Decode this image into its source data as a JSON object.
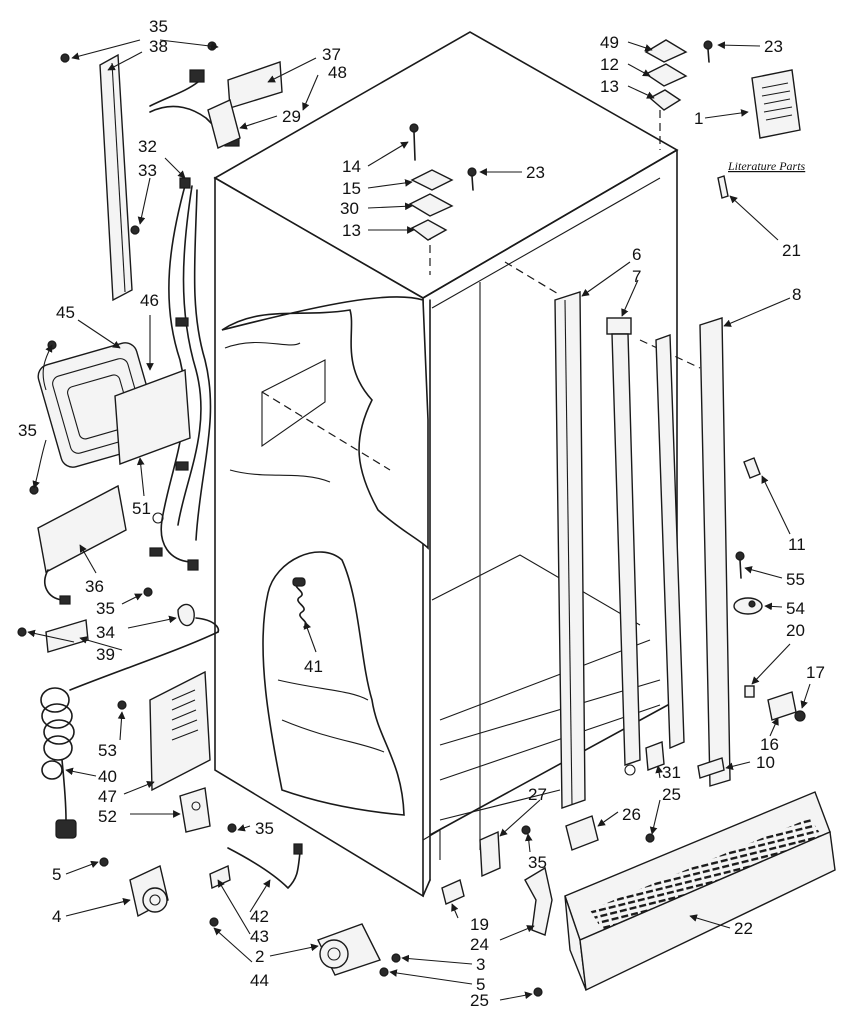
{
  "literature_caption": "Literature Parts",
  "callouts": [
    {
      "id": "c35a",
      "text": "35"
    },
    {
      "id": "c38",
      "text": "38"
    },
    {
      "id": "c37",
      "text": "37"
    },
    {
      "id": "c48",
      "text": "48"
    },
    {
      "id": "c29",
      "text": "29"
    },
    {
      "id": "c32",
      "text": "32"
    },
    {
      "id": "c33",
      "text": "33"
    },
    {
      "id": "c49",
      "text": "49"
    },
    {
      "id": "c23a",
      "text": "23"
    },
    {
      "id": "c12",
      "text": "12"
    },
    {
      "id": "c13a",
      "text": "13"
    },
    {
      "id": "c1",
      "text": "1"
    },
    {
      "id": "c14",
      "text": "14"
    },
    {
      "id": "c15",
      "text": "15"
    },
    {
      "id": "c30",
      "text": "30"
    },
    {
      "id": "c13b",
      "text": "13"
    },
    {
      "id": "c23b",
      "text": "23"
    },
    {
      "id": "c21",
      "text": "21"
    },
    {
      "id": "c6",
      "text": "6"
    },
    {
      "id": "c7",
      "text": "7"
    },
    {
      "id": "c8",
      "text": "8"
    },
    {
      "id": "c45",
      "text": "45"
    },
    {
      "id": "c46",
      "text": "46"
    },
    {
      "id": "c35b",
      "text": "35"
    },
    {
      "id": "c51",
      "text": "51"
    },
    {
      "id": "c36",
      "text": "36"
    },
    {
      "id": "c35c",
      "text": "35"
    },
    {
      "id": "c34",
      "text": "34"
    },
    {
      "id": "c39",
      "text": "39"
    },
    {
      "id": "c41",
      "text": "41"
    },
    {
      "id": "c11",
      "text": "11"
    },
    {
      "id": "c55",
      "text": "55"
    },
    {
      "id": "c54",
      "text": "54"
    },
    {
      "id": "c20",
      "text": "20"
    },
    {
      "id": "c17",
      "text": "17"
    },
    {
      "id": "c16",
      "text": "16"
    },
    {
      "id": "c53",
      "text": "53"
    },
    {
      "id": "c40",
      "text": "40"
    },
    {
      "id": "c47",
      "text": "47"
    },
    {
      "id": "c52",
      "text": "52"
    },
    {
      "id": "c35d",
      "text": "35"
    },
    {
      "id": "c31",
      "text": "31"
    },
    {
      "id": "c10",
      "text": "10"
    },
    {
      "id": "c27",
      "text": "27"
    },
    {
      "id": "c25a",
      "text": "25"
    },
    {
      "id": "c26",
      "text": "26"
    },
    {
      "id": "c35e",
      "text": "35"
    },
    {
      "id": "c5a",
      "text": "5"
    },
    {
      "id": "c4",
      "text": "4"
    },
    {
      "id": "c42",
      "text": "42"
    },
    {
      "id": "c43",
      "text": "43"
    },
    {
      "id": "c44",
      "text": "44"
    },
    {
      "id": "c2",
      "text": "2"
    },
    {
      "id": "c3",
      "text": "3"
    },
    {
      "id": "c5b",
      "text": "5"
    },
    {
      "id": "c19",
      "text": "19"
    },
    {
      "id": "c24",
      "text": "24"
    },
    {
      "id": "c22",
      "text": "22"
    },
    {
      "id": "c25b",
      "text": "25"
    }
  ]
}
